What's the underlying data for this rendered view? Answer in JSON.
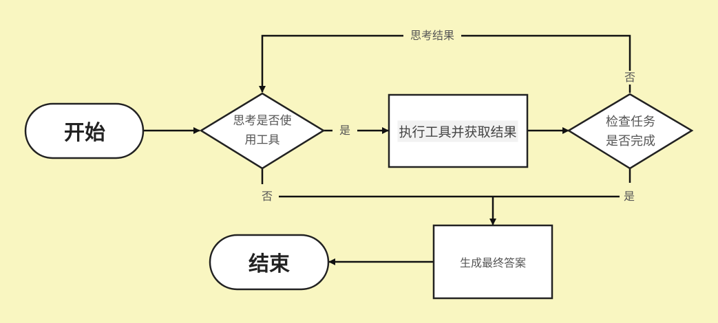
{
  "diagram": {
    "nodes": {
      "start": "开始",
      "decide_tool": [
        "思考是否使",
        "用工具"
      ],
      "execute": "执行工具并获取结果",
      "check_done": [
        "检查任务",
        "是否完成"
      ],
      "final_answer": "生成最终答案",
      "end": "结束"
    },
    "edge_labels": {
      "think_result": "思考结果",
      "tool_yes": "是",
      "tool_no": "否",
      "done_no": "否",
      "done_yes": "是"
    },
    "colors": {
      "background": "#f9f6c1",
      "node_fill": "#ffffff",
      "stroke": "#1a1a1a"
    }
  }
}
